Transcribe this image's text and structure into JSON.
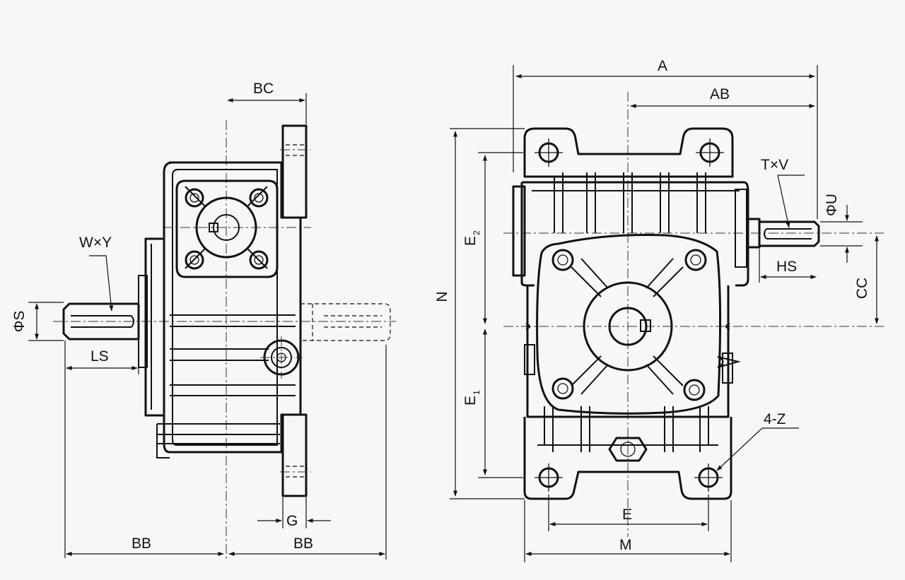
{
  "side_view": {
    "labels": {
      "bc": "BC",
      "wxy": "W×Y",
      "phi_s": "ΦS",
      "ls": "LS",
      "g": "G",
      "bb_left": "BB",
      "bb_right": "BB"
    }
  },
  "front_view": {
    "labels": {
      "a": "A",
      "ab": "AB",
      "txv": "T×V",
      "phi_u": "ΦU",
      "hs": "HS",
      "cc": "CC",
      "n": "N",
      "e2_main": "E",
      "e2_sub": "2",
      "e1_main": "E",
      "e1_sub": "1",
      "four_z": "4-Z",
      "e": "E",
      "m": "M"
    }
  }
}
